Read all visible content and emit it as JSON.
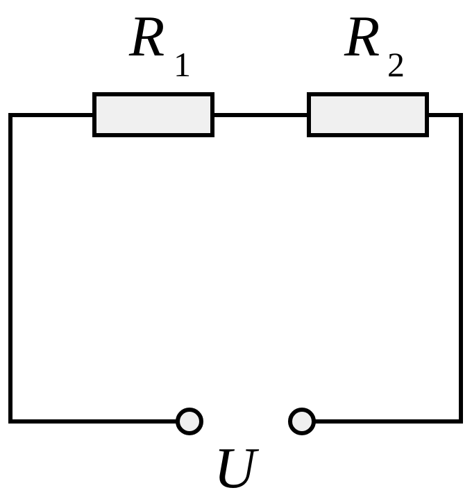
{
  "diagram": {
    "resistors": [
      {
        "symbol": "R",
        "subscript": "1"
      },
      {
        "symbol": "R",
        "subscript": "2"
      }
    ],
    "source": {
      "label": "U"
    }
  },
  "colors": {
    "wire": "#000000",
    "resistor_fill": "#f0f0f0",
    "terminal_fill": "#f0f0f0",
    "background": "#ffffff"
  }
}
